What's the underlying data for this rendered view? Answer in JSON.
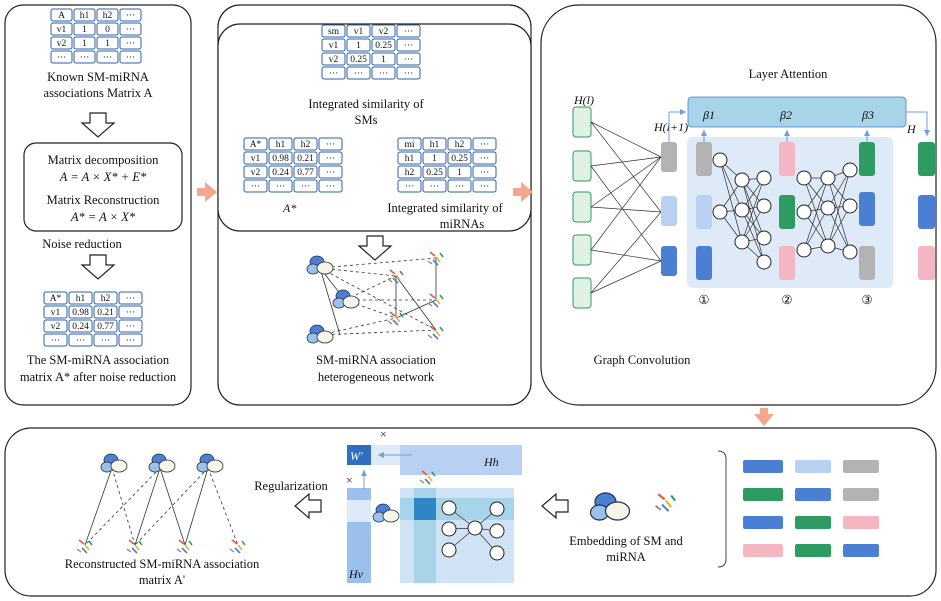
{
  "colors": {
    "green": "#2e9b62",
    "blue": "#4a7fd4",
    "lightblue": "#b8d1f2",
    "pink": "#f4b6c2",
    "gray": "#b3b3b3",
    "teal": "#a8d4ea",
    "arrow": "#f3a78c",
    "panel_fill": "#dfeaf8"
  },
  "panel1": {
    "matrix_a": {
      "header": [
        "A",
        "h1",
        "h2",
        "···"
      ],
      "rows": [
        [
          "v1",
          "1",
          "0",
          "···"
        ],
        [
          "v2",
          "1",
          "1",
          "···"
        ],
        [
          "···",
          "···",
          "···",
          "···"
        ]
      ]
    },
    "caption_a": [
      "Known SM-miRNA",
      "associations Matrix A"
    ],
    "box_lines": [
      "Matrix decomposition",
      "A = A × X* + E*",
      "Matrix Reconstruction",
      "A* = A × X*"
    ],
    "noise_label": "Noise reduction",
    "matrix_astar": {
      "header": [
        "A*",
        "h1",
        "h2",
        "···"
      ],
      "rows": [
        [
          "v1",
          "0.98",
          "0.21",
          "···"
        ],
        [
          "v2",
          "0.24",
          "0.77",
          "···"
        ],
        [
          "···",
          "···",
          "···",
          "···"
        ]
      ]
    },
    "caption_astar": [
      "The SM-miRNA association",
      "matrix A* after noise reduction"
    ]
  },
  "panel2": {
    "sm_matrix": {
      "header": [
        "sm",
        "v1",
        "v2",
        "···"
      ],
      "rows": [
        [
          "v1",
          "1",
          "0.25",
          "···"
        ],
        [
          "v2",
          "0.25",
          "1",
          "···"
        ],
        [
          "···",
          "···",
          "···",
          "···"
        ]
      ]
    },
    "sm_caption": [
      "Integrated similarity of",
      "SMs"
    ],
    "astar_matrix": {
      "header": [
        "A*",
        "h1",
        "h2",
        "···"
      ],
      "rows": [
        [
          "v1",
          "0.98",
          "0.21",
          "···"
        ],
        [
          "v2",
          "0.24",
          "0.77",
          "···"
        ],
        [
          "···",
          "···",
          "···",
          "···"
        ]
      ]
    },
    "astar_label": "A*",
    "mirna_matrix": {
      "header": [
        "mi",
        "h1",
        "h2",
        "···"
      ],
      "rows": [
        [
          "h1",
          "1",
          "0.25",
          "···"
        ],
        [
          "h2",
          "0.25",
          "1",
          "···"
        ],
        [
          "···",
          "···",
          "···",
          "···"
        ]
      ]
    },
    "mirna_caption": [
      "Integrated similarity of",
      "miRNAs"
    ],
    "network_caption": [
      "SM-miRNA association",
      "heterogeneous network"
    ]
  },
  "panel3": {
    "title": "Layer Attention",
    "h_l": "H(l)",
    "h_l1": "H(l+1)",
    "h_out": "H",
    "betas": [
      "β1",
      "β2",
      "β3"
    ],
    "layer_nums": [
      "①",
      "②",
      "③"
    ],
    "caption": "Graph Convolution"
  },
  "panel4": {
    "embedding_caption": [
      "Embedding of SM and",
      "miRNA"
    ],
    "w_label": "W'",
    "hh_label": "Hh",
    "hv_label": "Hv",
    "times": "×",
    "reg_label": "Regularization",
    "result_caption": [
      "Reconstructed SM-miRNA association",
      "matrix A'"
    ]
  }
}
